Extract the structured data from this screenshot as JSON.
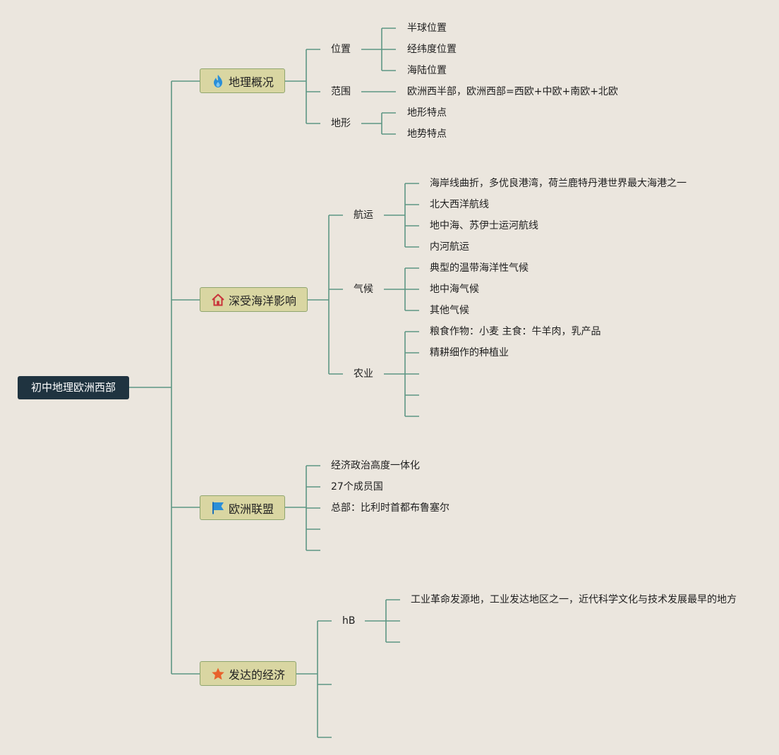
{
  "root": {
    "label": "初中地理欧洲西部"
  },
  "topics": {
    "geo": {
      "label": "地理概况",
      "icon": "fire-icon",
      "position": {
        "label": "位置",
        "children": [
          "半球位置",
          "经纬度位置",
          "海陆位置"
        ]
      },
      "range": {
        "label": "范围",
        "children": [
          "欧洲西半部，欧洲西部=西欧+中欧+南欧+北欧"
        ]
      },
      "terrain": {
        "label": "地形",
        "children": [
          "地形特点",
          "地势特点"
        ]
      }
    },
    "ocean": {
      "label": "深受海洋影响",
      "icon": "home-icon",
      "shipping": {
        "label": "航运",
        "children": [
          "海岸线曲折，多优良港湾，荷兰鹿特丹港世界最大海港之一",
          "北大西洋航线",
          "地中海、苏伊士运河航线",
          "内河航运"
        ]
      },
      "climate": {
        "label": "气候",
        "children": [
          "典型的温带海洋性气候",
          "地中海气候",
          "其他气候"
        ]
      },
      "agriculture": {
        "label": "农业",
        "children": [
          "粮食作物：小麦 主食：牛羊肉，乳产品",
          "精耕细作的种植业"
        ]
      }
    },
    "eu": {
      "label": "欧洲联盟",
      "icon": "flag-icon",
      "children": [
        "经济政治高度一体化",
        "27个成员国",
        "总部：比利时首都布鲁塞尔"
      ]
    },
    "economy": {
      "label": "发达的经济",
      "icon": "star-icon",
      "hb": {
        "label": "hB",
        "children": [
          "工业革命发源地，工业发达地区之一，近代科学文化与技术发展最早的地方"
        ]
      }
    }
  },
  "colors": {
    "line": "#5d9683",
    "root_bg": "#1f3340",
    "topic_bg": "#d9d6a2",
    "topic_border": "#8fa56e",
    "background": "#ebe6de"
  }
}
